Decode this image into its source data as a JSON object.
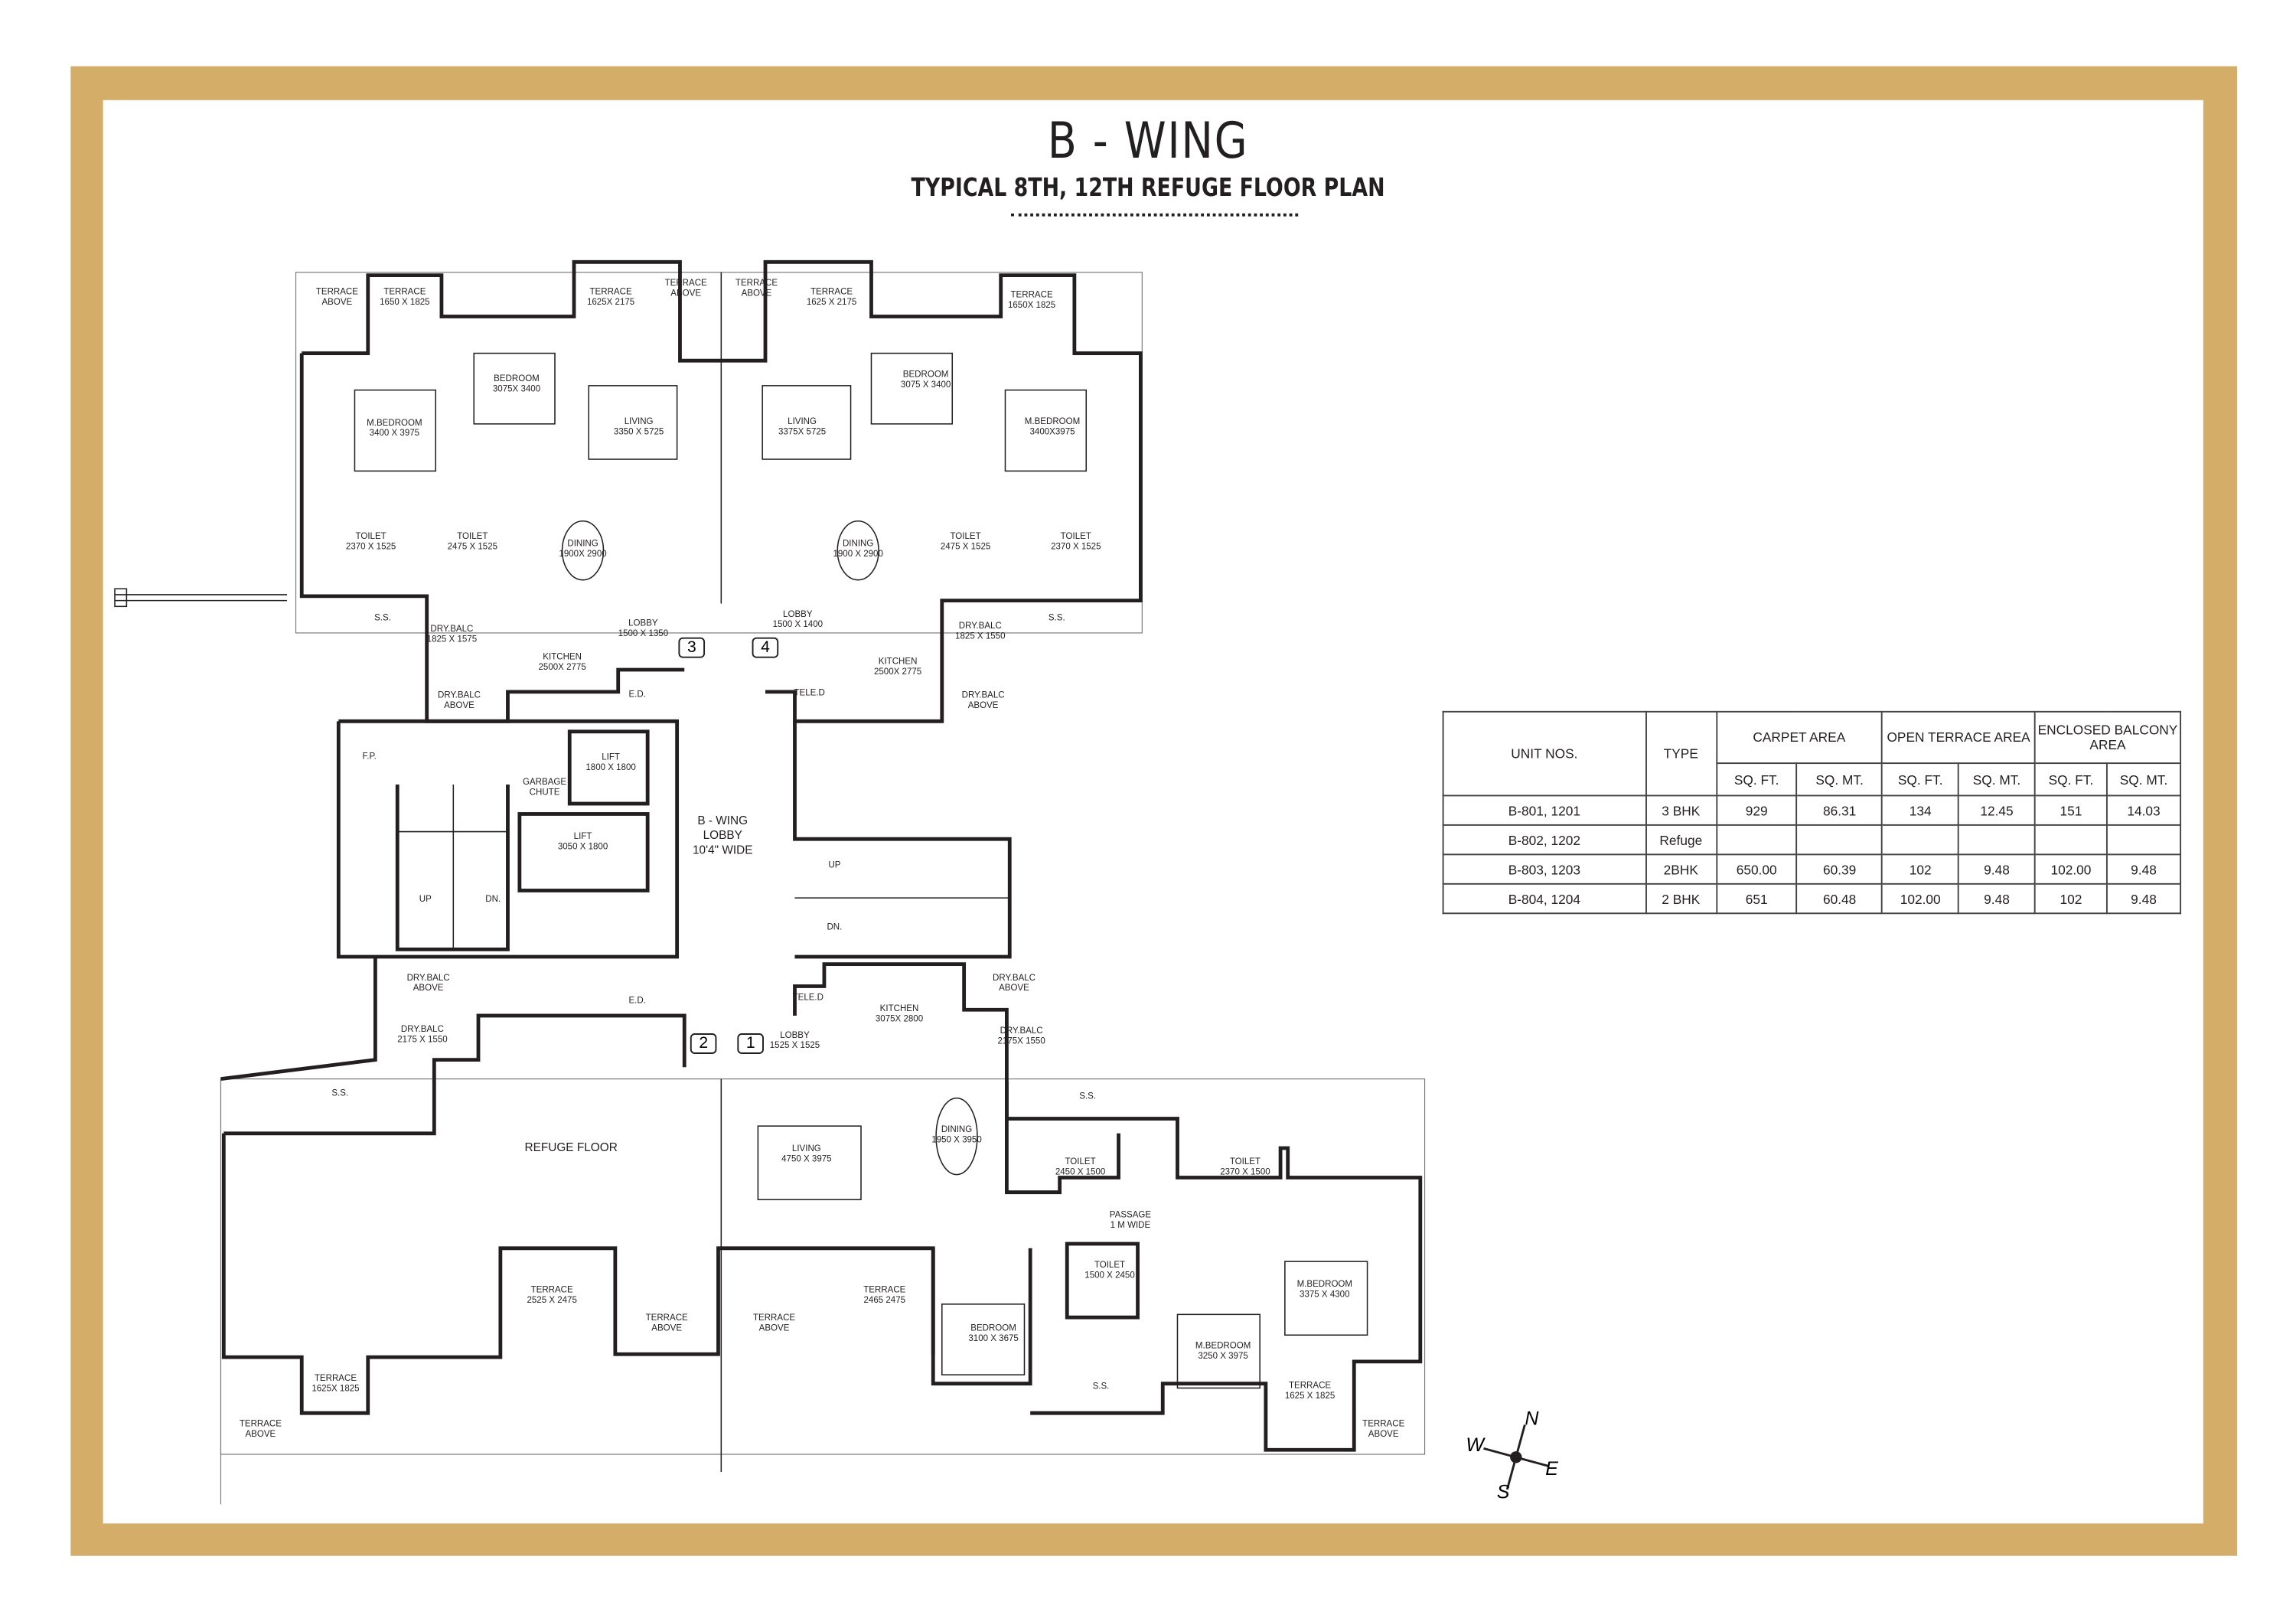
{
  "header": {
    "title": "B - WING",
    "subtitle": "TYPICAL 8TH, 12TH REFUGE FLOOR PLAN"
  },
  "rooms": [
    {
      "name": "TERRACE",
      "dim": "ABOVE"
    },
    {
      "name": "TERRACE",
      "dim": "1650 X 1825"
    },
    {
      "name": "TERRACE",
      "dim": "1625X 2175"
    },
    {
      "name": "TERRACE",
      "dim": "ABOVE"
    },
    {
      "name": "TERRACE",
      "dim": "ABOVE"
    },
    {
      "name": "TERRACE",
      "dim": "1625 X 2175"
    },
    {
      "name": "TERRACE",
      "dim": "1650X 1825"
    },
    {
      "name": "BEDROOM",
      "dim": "3075X 3400"
    },
    {
      "name": "LIVING",
      "dim": "3350 X 5725"
    },
    {
      "name": "M.BEDROOM",
      "dim": "3400 X 3975"
    },
    {
      "name": "LIVING",
      "dim": "3375X 5725"
    },
    {
      "name": "BEDROOM",
      "dim": "3075 X 3400"
    },
    {
      "name": "M.BEDROOM",
      "dim": "3400X3975"
    },
    {
      "name": "TOILET",
      "dim": "2370 X 1525"
    },
    {
      "name": "TOILET",
      "dim": "2475 X 1525"
    },
    {
      "name": "DINING",
      "dim": "1900X 2900"
    },
    {
      "name": "DINING",
      "dim": "1900 X 2900"
    },
    {
      "name": "TOILET",
      "dim": "2475 X 1525"
    },
    {
      "name": "TOILET",
      "dim": "2370 X 1525"
    },
    {
      "name": "S.S.",
      "dim": ""
    },
    {
      "name": "S.S.",
      "dim": ""
    },
    {
      "name": "DRY.BALC",
      "dim": "1825 X 1575"
    },
    {
      "name": "LOBBY",
      "dim": "1500 X 1350"
    },
    {
      "name": "LOBBY",
      "dim": "1500 X 1400"
    },
    {
      "name": "DRY.BALC",
      "dim": "1825 X 1550"
    },
    {
      "name": "KITCHEN",
      "dim": "2500X 2775"
    },
    {
      "name": "KITCHEN",
      "dim": "2500X 2775"
    },
    {
      "name": "E.D.",
      "dim": ""
    },
    {
      "name": "TELE.D",
      "dim": ""
    },
    {
      "name": "DRY.BALC",
      "dim": "ABOVE"
    },
    {
      "name": "DRY.BALC",
      "dim": "ABOVE"
    },
    {
      "name": "F.P.",
      "dim": ""
    },
    {
      "name": "LIFT",
      "dim": "1800 X 1800"
    },
    {
      "name": "GARBAGE",
      "dim": "CHUTE"
    },
    {
      "name": "B - WING",
      "dim": "LOBBY\n10'4\" WIDE"
    },
    {
      "name": "LIFT",
      "dim": "3050 X 1800"
    },
    {
      "name": "UP",
      "dim": ""
    },
    {
      "name": "DN.",
      "dim": ""
    },
    {
      "name": "UP",
      "dim": ""
    },
    {
      "name": "DN.",
      "dim": ""
    },
    {
      "name": "DRY.BALC",
      "dim": "ABOVE"
    },
    {
      "name": "DRY.BALC",
      "dim": "ABOVE"
    },
    {
      "name": "E.D.",
      "dim": ""
    },
    {
      "name": "TELE.D",
      "dim": ""
    },
    {
      "name": "KITCHEN",
      "dim": "3075X 2800"
    },
    {
      "name": "DRY.BALC",
      "dim": "2175 X 1550"
    },
    {
      "name": "DRY.BALC",
      "dim": "2175X 1550"
    },
    {
      "name": "LOBBY",
      "dim": "1525 X 1525"
    },
    {
      "name": "S.S.",
      "dim": ""
    },
    {
      "name": "S.S.",
      "dim": ""
    },
    {
      "name": "REFUGE FLOOR",
      "dim": ""
    },
    {
      "name": "LIVING",
      "dim": "4750 X 3975"
    },
    {
      "name": "DINING",
      "dim": "1950 X 3950"
    },
    {
      "name": "TOILET",
      "dim": "2450 X 1500"
    },
    {
      "name": "TOILET",
      "dim": "2370 X 1500"
    },
    {
      "name": "PASSAGE",
      "dim": "1 M WIDE"
    },
    {
      "name": "TOILET",
      "dim": "1500 X 2450"
    },
    {
      "name": "M.BEDROOM",
      "dim": "3375 X 4300"
    },
    {
      "name": "TERRACE",
      "dim": "2525 X 2475"
    },
    {
      "name": "TERRACE",
      "dim": "2465 2475"
    },
    {
      "name": "TERRACE",
      "dim": "ABOVE"
    },
    {
      "name": "TERRACE",
      "dim": "ABOVE"
    },
    {
      "name": "BEDROOM",
      "dim": "3100 X 3675"
    },
    {
      "name": "M.BEDROOM",
      "dim": "3250 X 3975"
    },
    {
      "name": "TERRACE",
      "dim": "1625X 1825"
    },
    {
      "name": "S.S.",
      "dim": ""
    },
    {
      "name": "TERRACE",
      "dim": "1625 X 1825"
    },
    {
      "name": "TERRACE",
      "dim": "ABOVE"
    },
    {
      "name": "TERRACE",
      "dim": "ABOVE"
    }
  ],
  "lifts": [
    "3",
    "4",
    "2",
    "1"
  ],
  "compass": {
    "n": "N",
    "e": "E",
    "s": "S",
    "w": "W"
  },
  "table": {
    "headers": {
      "unit": "UNIT NOS.",
      "type": "TYPE",
      "carpet": "CARPET AREA",
      "terrace": "OPEN TERRACE AREA",
      "balcony": "ENCLOSED BALCONY AREA",
      "sqft": "SQ. FT.",
      "sqmt": "SQ. MT."
    },
    "rows": [
      {
        "unit": "B-801, 1201",
        "type": "3 BHK",
        "c_ft": "929",
        "c_mt": "86.31",
        "t_ft": "134",
        "t_mt": "12.45",
        "b_ft": "151",
        "b_mt": "14.03"
      },
      {
        "unit": "B-802, 1202",
        "type": "Refuge",
        "c_ft": "",
        "c_mt": "",
        "t_ft": "",
        "t_mt": "",
        "b_ft": "",
        "b_mt": ""
      },
      {
        "unit": "B-803, 1203",
        "type": "2BHK",
        "c_ft": "650.00",
        "c_mt": "60.39",
        "t_ft": "102",
        "t_mt": "9.48",
        "b_ft": "102.00",
        "b_mt": "9.48"
      },
      {
        "unit": "B-804, 1204",
        "type": "2 BHK",
        "c_ft": "651",
        "c_mt": "60.48",
        "t_ft": "102.00",
        "t_mt": "9.48",
        "b_ft": "102",
        "b_mt": "9.48"
      }
    ]
  },
  "colors": {
    "frame": "#d4ae68",
    "ink": "#231f20"
  }
}
